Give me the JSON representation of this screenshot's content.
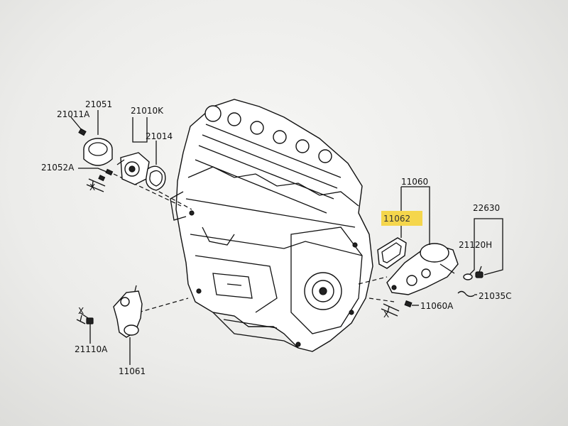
{
  "diagram": {
    "labels": {
      "p21051": "21051",
      "p21011A": "21011A",
      "p21010K": "21010K",
      "p21014": "21014",
      "p21052A": "21052A",
      "x_left": "X",
      "p11060": "11060",
      "p11062": "11062",
      "p22630": "22630",
      "p21120H": "21120H",
      "p21035C": "21035C",
      "p11060A": "11060A",
      "x_right": "X",
      "x_bottom": "X",
      "p21110A": "21110A",
      "p11061": "11061"
    },
    "highlight_color": "#f5d33a"
  }
}
